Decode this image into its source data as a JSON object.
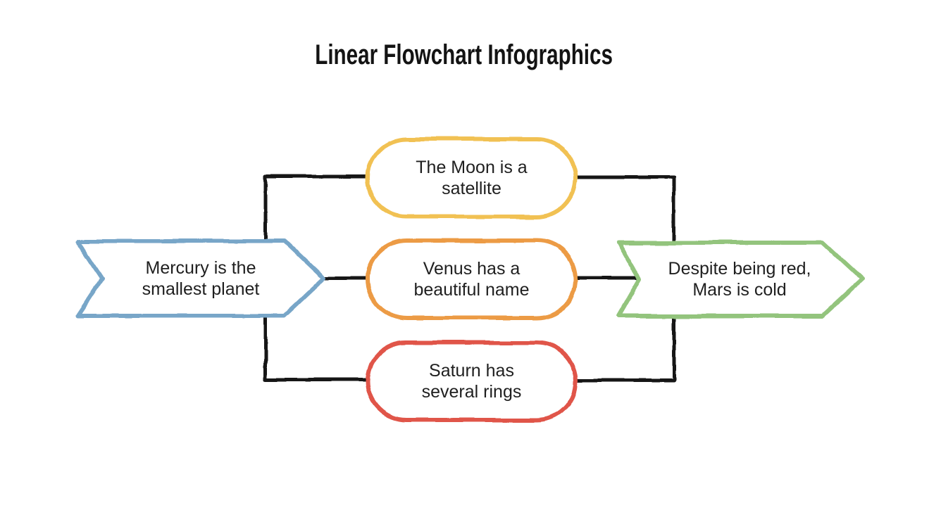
{
  "title": "Linear Flowchart Infographics",
  "palette": {
    "background": "#ffffff",
    "title_color": "#131313",
    "text_color": "#1f1f1f",
    "connector_color": "#161616",
    "shape_fill": "#ffffff"
  },
  "flowchart": {
    "start": {
      "text": "Mercury is the smallest planet",
      "lines": [
        "Mercury is the",
        "smallest planet"
      ],
      "color": "#78A6C8"
    },
    "steps": [
      {
        "text": "The Moon is a satellite",
        "lines": [
          "The Moon is a",
          "satellite"
        ],
        "color": "#F1C152"
      },
      {
        "text": "Venus has a beautiful name",
        "lines": [
          "Venus has a",
          "beautiful name"
        ],
        "color": "#EC9B45"
      },
      {
        "text": "Saturn has several rings",
        "lines": [
          "Saturn has",
          "several rings"
        ],
        "color": "#E05449"
      }
    ],
    "end": {
      "text": "Despite being red, Mars is cold",
      "lines": [
        "Despite being red,",
        "Mars is cold"
      ],
      "color": "#93C47D"
    }
  }
}
